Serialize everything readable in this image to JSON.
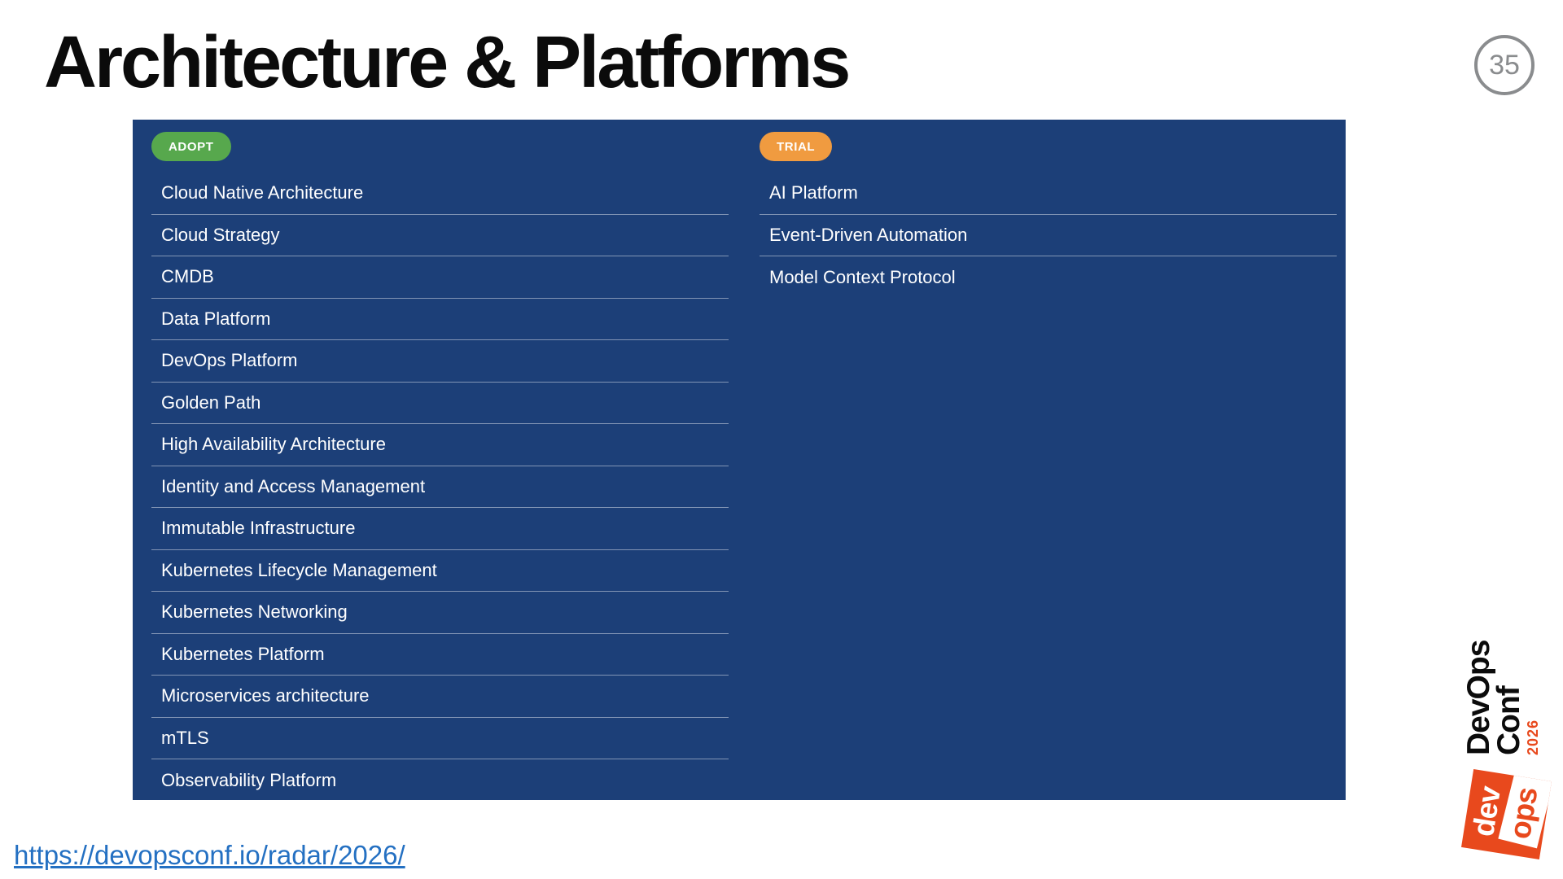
{
  "slide": {
    "title": "Architecture & Platforms",
    "page_number": "35",
    "link_text": "https://devopsconf.io/radar/2026/"
  },
  "radar": {
    "panel_color": "#1C3F78",
    "columns": [
      {
        "badge": "ADOPT",
        "badge_color": "#57A84D",
        "items": [
          "Cloud Native Architecture",
          "Cloud Strategy",
          "CMDB",
          "Data Platform",
          "DevOps Platform",
          "Golden Path",
          "High Availability Architecture",
          "Identity and Access Management",
          "Immutable Infrastructure",
          "Kubernetes Lifecycle Management",
          "Kubernetes Networking",
          "Kubernetes Platform",
          "Microservices architecture",
          "mTLS",
          "Observability Platform"
        ]
      },
      {
        "badge": "TRIAL",
        "badge_color": "#F09B40",
        "items": [
          "AI Platform",
          "Event-Driven Automation",
          "Model Context Protocol"
        ]
      }
    ]
  },
  "branding": {
    "wordmark_line1": "DevOps",
    "wordmark_line2": "Conf",
    "year": "2026",
    "logo_dev": "dev",
    "logo_ops": "ops",
    "accent_red": "#E8491D"
  }
}
